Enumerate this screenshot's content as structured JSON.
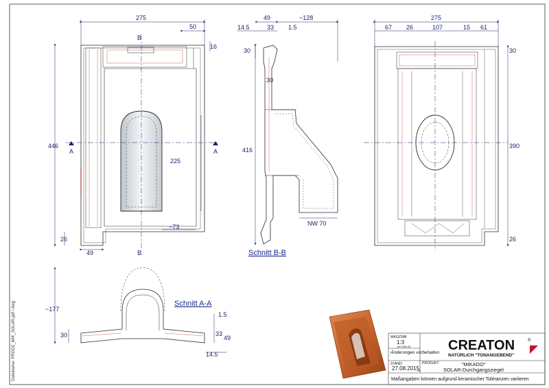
{
  "dims": {
    "front": {
      "top_width": "275",
      "top_right": "50",
      "right_small": "16",
      "height_total": "446",
      "inner_height": "225",
      "bottom_small": "26",
      "bottom_left": "49",
      "opening_width": "~73",
      "section_mark_b": "B",
      "section_mark_a": "A"
    },
    "section_bb": {
      "top_49": "49",
      "top_128": "~128",
      "top_145": "14.5",
      "top_33": "33",
      "top_15": "1.5",
      "left_30": "30",
      "inner_30": "30",
      "height_416": "416",
      "nw": "NW 70"
    },
    "back": {
      "top_width": "275",
      "d67": "67",
      "d26": "26",
      "d107": "107",
      "d15": "15",
      "d61": "61",
      "right_30": "30",
      "right_390": "390",
      "right_26": "26"
    },
    "section_aa": {
      "height_177": "~177",
      "left_30": "30",
      "d15": "1.5",
      "d33": "33",
      "d49": "49",
      "d145": "14.5"
    }
  },
  "labels": {
    "section_bb": "Schnitt B-B",
    "section_aa": "Schnitt A-A"
  },
  "side_text": "Dateiname: PRODZ_MIK_SOLAR.pdf / dwg",
  "title_block": {
    "massstab_label": "MASSTAB",
    "massstab_value": "1:3",
    "massstab_note": "bei DIN-A3",
    "changes": "Änderungen vorbehalten",
    "stand_label": "STAND:",
    "stand_value": "27.08.2015",
    "stand_initials": "Rs",
    "produkt_label": "PRODUKT:",
    "produkt_name": "\"MIKADO\"",
    "produkt_desc": "SOLAR-Durchgangsziegel",
    "brand": "CREATON",
    "brand_symbol": "®",
    "slogan": "NATÜRLICH \"TONANGEBEND\"",
    "footer": "Maßangaben können aufgrund keramischer Toleranzen variieren"
  },
  "colors": {
    "line": "#2a2a2a",
    "red": "#c0392b",
    "dim": "#1a1f66",
    "tile": "#c8632c"
  }
}
